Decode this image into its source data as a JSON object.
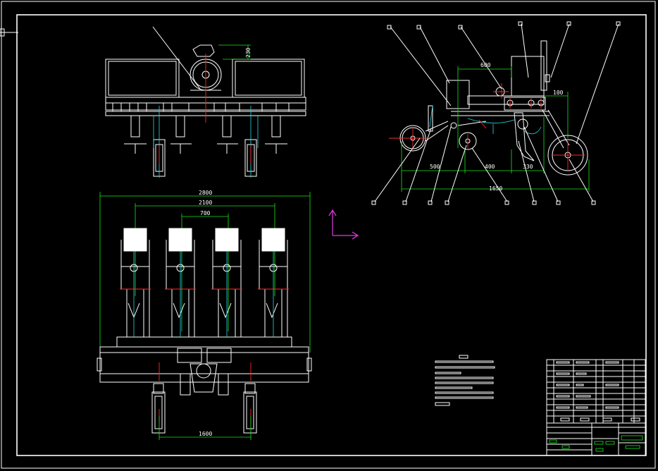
{
  "drawing": {
    "front_view": {
      "height_dim": "230"
    },
    "plan_view": {
      "overall_width": "2800",
      "row_span": "2100",
      "row_spacing": "700",
      "wheel_track": "1600"
    },
    "side_view": {
      "dim_600": "600",
      "dim_100": "100",
      "dim_500": "500",
      "dim_400": "400",
      "dim_330": "330",
      "overall_length": "1650"
    },
    "colors": {
      "background": "#000000",
      "line": "#ffffff",
      "dimension": "#19e619",
      "centerline": "#ff2a2a",
      "hidden": "#28d7e6",
      "ucs": "#e23ae2"
    }
  }
}
